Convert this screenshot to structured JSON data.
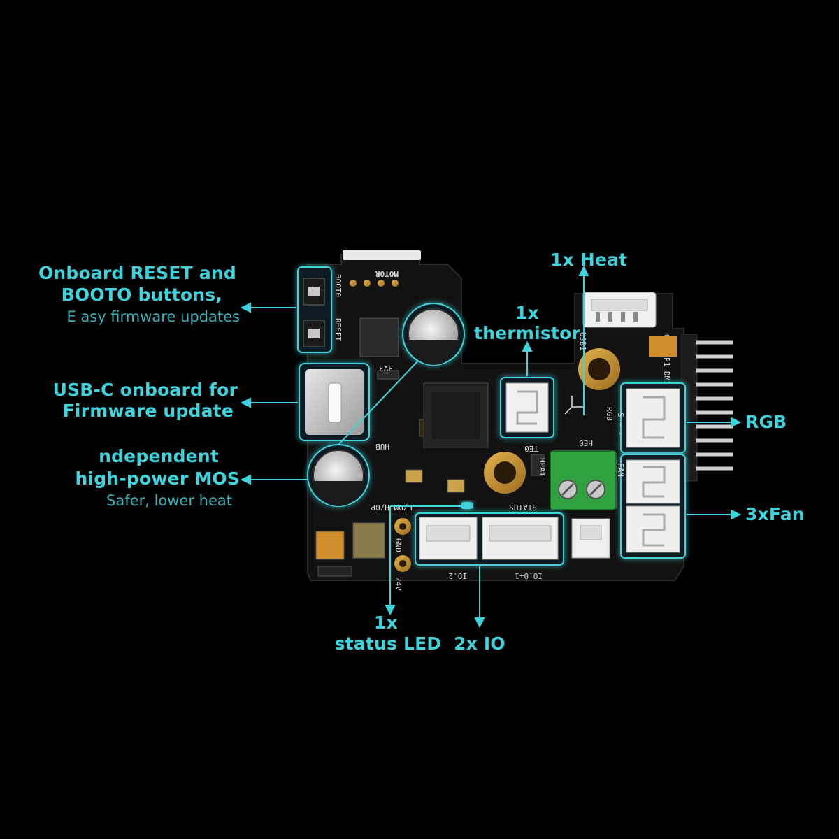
{
  "callouts": {
    "buttons": {
      "title_line1": "Onboard RESET and",
      "title_line2": "BOOTO buttons,",
      "subtitle": "E asy firmware updates"
    },
    "usbc": {
      "line1": "USB-C onboard for",
      "line2": "Firmware update"
    },
    "mos": {
      "line1": "ndependent",
      "line2": "high-power MOS",
      "subtitle": "Safer, lower heat"
    },
    "heat": {
      "label": "1x Heat"
    },
    "thermistor": {
      "line1": "1x",
      "line2": "thermistor"
    },
    "rgb": {
      "label": "RGB"
    },
    "fan": {
      "label": "3xFan"
    },
    "status_led": {
      "line1": "1x",
      "line2": "status LED"
    },
    "io": {
      "label": "2x IO"
    }
  },
  "silkscreen": {
    "motor": "MOTOR",
    "boot0": "BOOT0",
    "reset": "RESET",
    "v3": "3V3",
    "hub": "HUB",
    "usb1": "USB1",
    "he0": "HE0",
    "heat": "HEAT",
    "te0": "TE0",
    "rgb": "RGB",
    "status": "STATUS",
    "ldm": "L/DM H/DP",
    "gnd": "GND",
    "v24": "24V",
    "io2": "IO.2",
    "io01": "IO.0+1",
    "fan": "FAN",
    "usb_pins": "GND DP1 DM1 5V",
    "rgb_pins": "S + -"
  },
  "colors": {
    "accent": "#3fd3dc",
    "board": "#111111",
    "gold": "#c89a3a",
    "terminal": "#3bb24a"
  }
}
